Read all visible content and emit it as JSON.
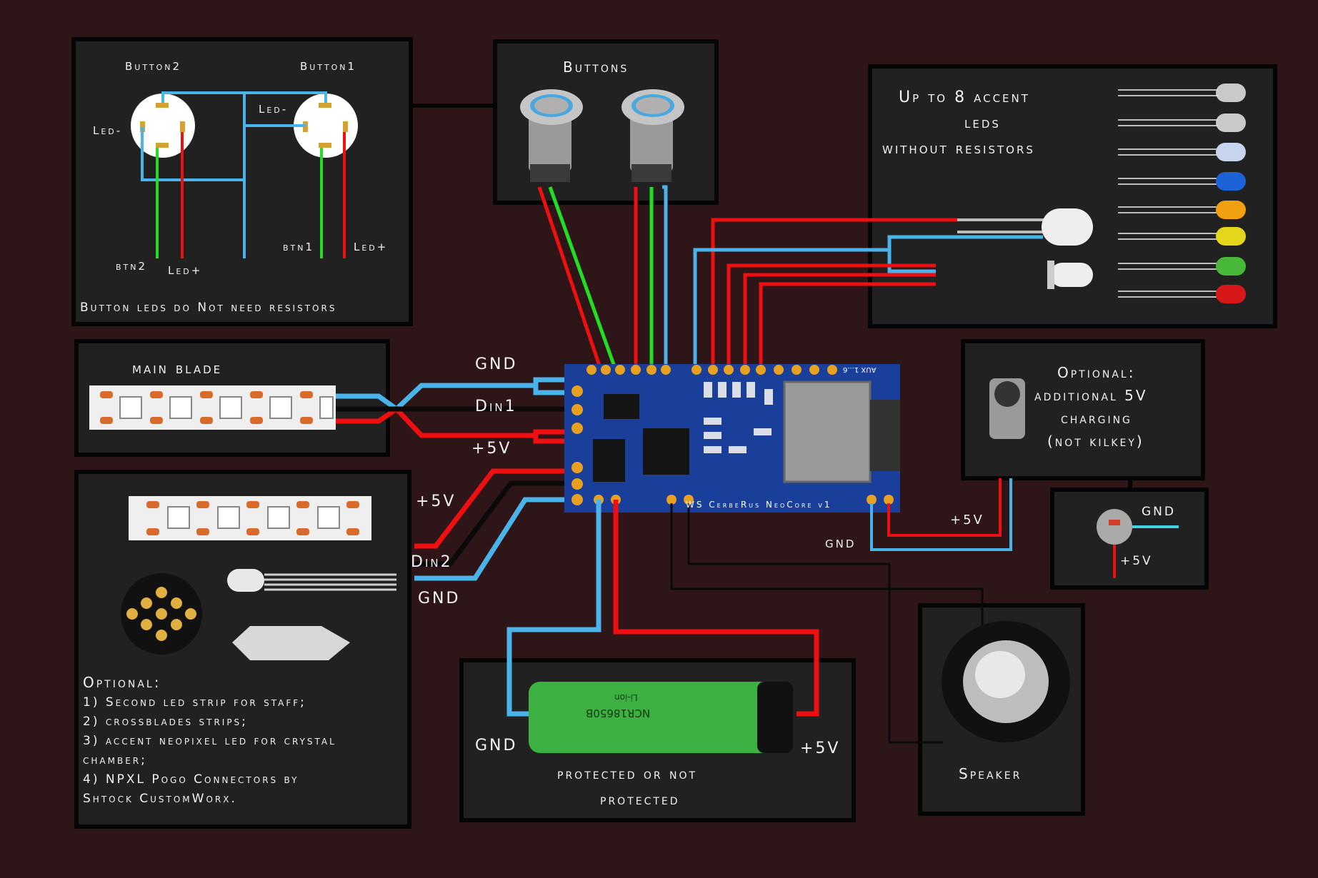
{
  "colors": {
    "background": "#2d1518",
    "panel": "#212121",
    "red_wire": "#ee1010",
    "blue_wire": "#4ab4ea",
    "green_wire": "#22dd22",
    "black_wire": "#0a0a0a",
    "pcb": "#1a3f9a",
    "pad": "#e8a020"
  },
  "panels": {
    "button_wiring": {
      "button2": "Button2",
      "button1": "Button1",
      "led_minus_left": "Led-",
      "led_minus_right": "Led-",
      "btn2": "btn2",
      "led_plus_left": "Led+",
      "btn1": "btn1",
      "led_plus_right": "Led+",
      "note": "Button leds do Not need resistors"
    },
    "buttons": {
      "title": "Buttons"
    },
    "accent_leds": {
      "line1": "Up to 8 accent",
      "line2": "leds",
      "line3": "without resistors",
      "led_colors": [
        "clear",
        "clear",
        "clear",
        "blue",
        "orange",
        "yellow",
        "green",
        "red"
      ]
    },
    "main_blade": {
      "title": "main blade"
    },
    "optional_extras": {
      "title": "Optional:",
      "item1": "1) Second led strip for staff;",
      "item2": "2) crossblades strips;",
      "item3": "3) accent neopixel led for crystal",
      "item3b": "chamber;",
      "item4": "4) NPXL Pogo Connectors by",
      "item4b": "Shtock CustomWorx."
    },
    "charging": {
      "line1": "Optional:",
      "line2": "additional 5V",
      "line3": "charging",
      "line4": "(not kilkey)"
    },
    "charge_port": {
      "gnd": "GND",
      "plus5v": "+5V"
    },
    "speaker": {
      "title": "Speaker"
    },
    "battery": {
      "gnd": "GND",
      "plus5v": "+5V",
      "line1": "protected or not",
      "line2": "protected",
      "cell_model": "NCR18650B",
      "cell_chem": "Li-ion"
    }
  },
  "board": {
    "label": "WS CerbeRus NeoCore v1",
    "aux_label": "AUX 1...6"
  },
  "wire_labels": {
    "gnd_top": "GND",
    "din1": "Din1",
    "plus5v_top": "+5V",
    "plus5v_left": "+5V",
    "din2": "Din2",
    "gnd_left": "GND",
    "plus5v_right": "+5V",
    "gnd_right": "GND"
  }
}
